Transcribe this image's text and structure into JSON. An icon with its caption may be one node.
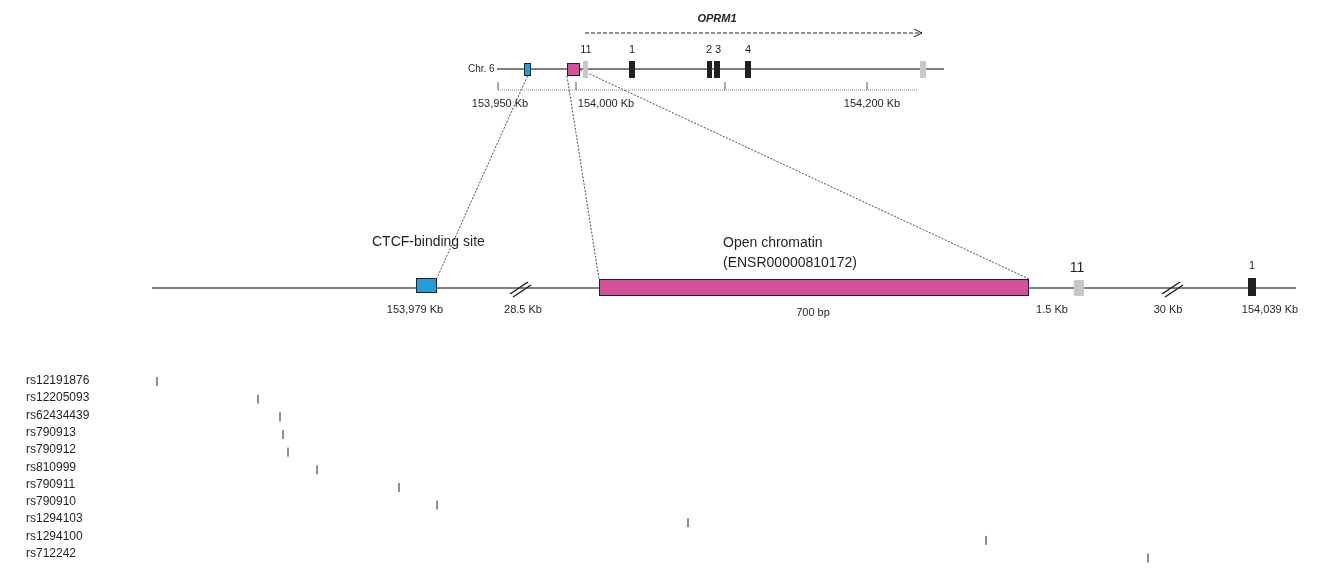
{
  "diagram": {
    "nodes": [
      {
        "text": [],
        "shape": "box"
      },
      {
        "text": [],
        "shape": "box"
      },
      {
        "text": [
          "11"
        ]
      },
      {
        "text": [
          "1"
        ]
      },
      {
        "text": [
          "2"
        ]
      },
      {
        "text": [
          "3"
        ]
      },
      {
        "text": [
          "4"
        ]
      },
      {
        "text": [],
        "shape": "box"
      },
      {
        "text": [
          "CTCF-binding site"
        ]
      },
      {
        "text": [
          "Open chromatin (ENSR00000810172)"
        ]
      },
      {
        "text": [
          "11"
        ]
      },
      {
        "text": [
          "1"
        ]
      }
    ],
    "edges": [
      {
        "from": 0,
        "to": 8,
        "arrow": "none",
        "style": "dashed"
      },
      {
        "from": 1,
        "to": 9,
        "arrow": "none",
        "style": "dashed"
      },
      {
        "from": 1,
        "to": 9,
        "arrow": "none",
        "style": "dashed"
      }
    ],
    "labels": [
      "OPRM1",
      "Chr. 6",
      "153,950 Kb",
      "154,000 Kb",
      "154,200 Kb",
      "153,979 Kb",
      "28.5 Kb",
      "700 bp",
      "1.5 Kb",
      "30 Kb",
      "154,039 Kb",
      "rs12191876",
      "rs12205093",
      "rs62434439",
      "rs790913",
      "rs790912",
      "rs810999",
      "rs790911",
      "rs790910",
      "rs1294103",
      "rs1294100",
      "rs712242"
    ]
  }
}
